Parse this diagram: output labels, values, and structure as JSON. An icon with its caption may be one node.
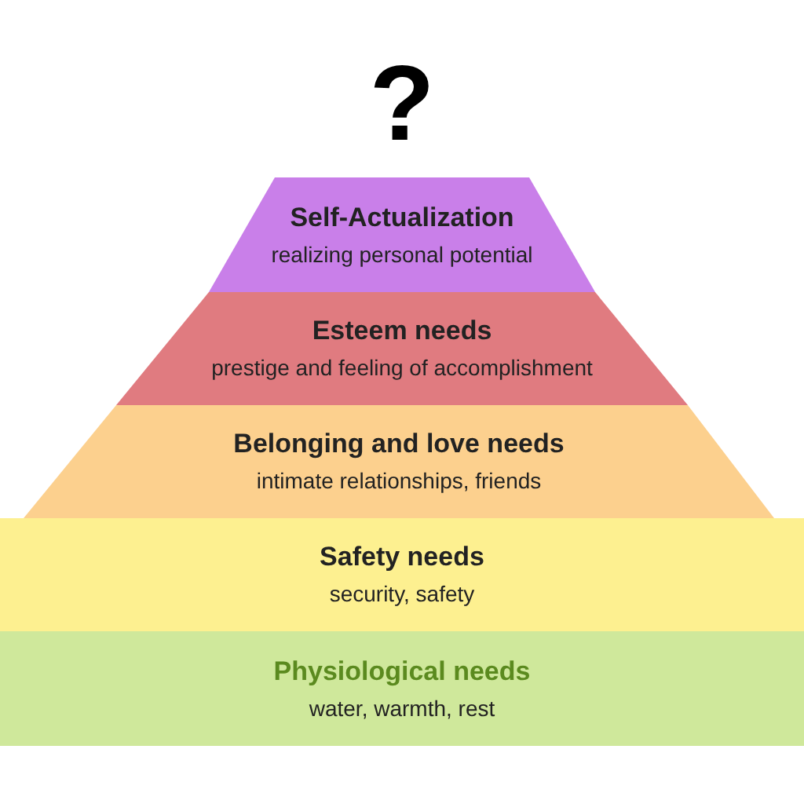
{
  "diagram": {
    "nodes": [
      {
        "text": [
          "Self-Actualization",
          "realizing personal potential"
        ]
      },
      {
        "text": [
          "Esteem needs",
          "prestige and feeling of accomplishment"
        ]
      },
      {
        "text": [
          "Belonging and love needs",
          "intimate relationships, friends"
        ]
      },
      {
        "text": [
          "Safety needs",
          "security, safety"
        ]
      },
      {
        "text": [
          "Physiological needs",
          "water, warmth, rest"
        ]
      }
    ],
    "labels": [
      "?"
    ]
  }
}
